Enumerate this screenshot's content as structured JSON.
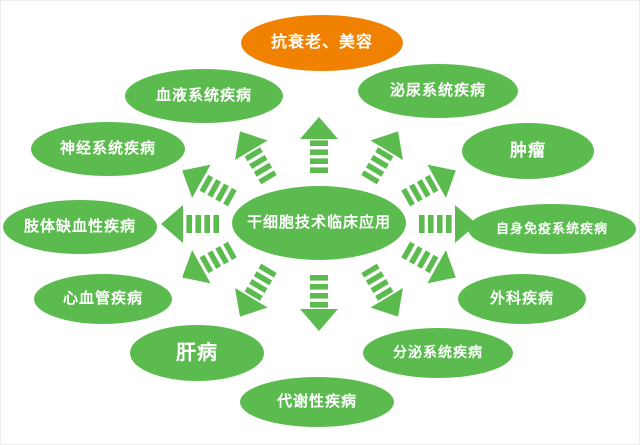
{
  "diagram": {
    "center": {
      "label": "干细胞技术临床应用",
      "color": "#5cbb4f"
    },
    "arrow_color": "#5cbb4f",
    "nodes": [
      {
        "id": "anti-aging",
        "label": "抗衰老、美容",
        "color": "#f18101"
      },
      {
        "id": "blood",
        "label": "血液系统疾病",
        "color": "#5cbb4f"
      },
      {
        "id": "urinary",
        "label": "泌尿系统疾病",
        "color": "#5cbb4f"
      },
      {
        "id": "nervous",
        "label": "神经系统疾病",
        "color": "#5cbb4f"
      },
      {
        "id": "tumor",
        "label": "肿瘤",
        "color": "#5cbb4f"
      },
      {
        "id": "limb-ischemia",
        "label": "肢体缺血性疾病",
        "color": "#5cbb4f"
      },
      {
        "id": "autoimmune",
        "label": "自身免疫系统疾病",
        "color": "#5cbb4f"
      },
      {
        "id": "cardiovascular",
        "label": "心血管疾病",
        "color": "#5cbb4f"
      },
      {
        "id": "surgical",
        "label": "外科疾病",
        "color": "#5cbb4f"
      },
      {
        "id": "liver",
        "label": "肝病",
        "color": "#5cbb4f"
      },
      {
        "id": "secretory",
        "label": "分泌系统疾病",
        "color": "#5cbb4f"
      },
      {
        "id": "metabolic",
        "label": "代谢性疾病",
        "color": "#5cbb4f"
      }
    ]
  }
}
